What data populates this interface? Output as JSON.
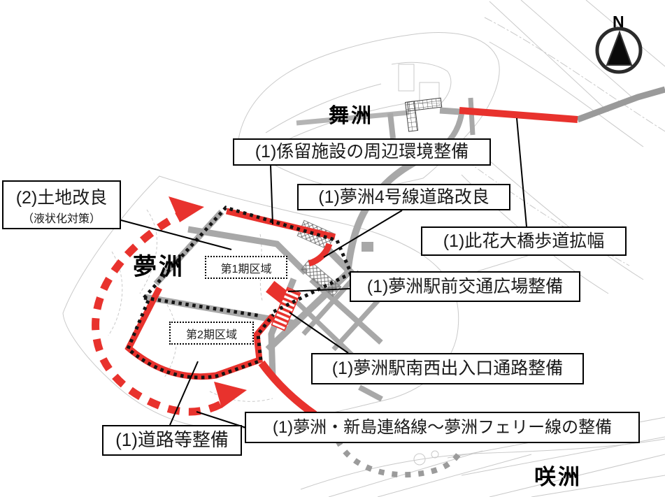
{
  "map": {
    "compass": {
      "north_label": "N"
    },
    "islands": {
      "maishima": "舞洲",
      "yumeshima": "夢洲",
      "sakishima": "咲洲"
    },
    "zones": {
      "phase1": "第1期区域",
      "phase2": "第2期区域"
    },
    "callouts": {
      "mooring": "(1)係留施設の周辺環境整備",
      "yume4go": "(1)夢洲4号線道路改良",
      "tochi_line1": "(2)土地改良",
      "tochi_line2": "（液状化対策）",
      "konohana": "(1)此花大橋歩道拡幅",
      "ekimae": "(1)夢洲駅前交通広場整備",
      "nansei": "(1)夢洲駅南西出入口通路整備",
      "doro": "(1)道路等整備",
      "renraku": "(1)夢洲・新島連絡線～夢洲フェリー線の整備"
    },
    "colors": {
      "route_red": "#e8322d",
      "road_gray": "#a8a8a8",
      "boundary_black": "#141414",
      "lineart_gray": "#c9c9c9",
      "ferry_gray": "#9b9b9b"
    }
  }
}
